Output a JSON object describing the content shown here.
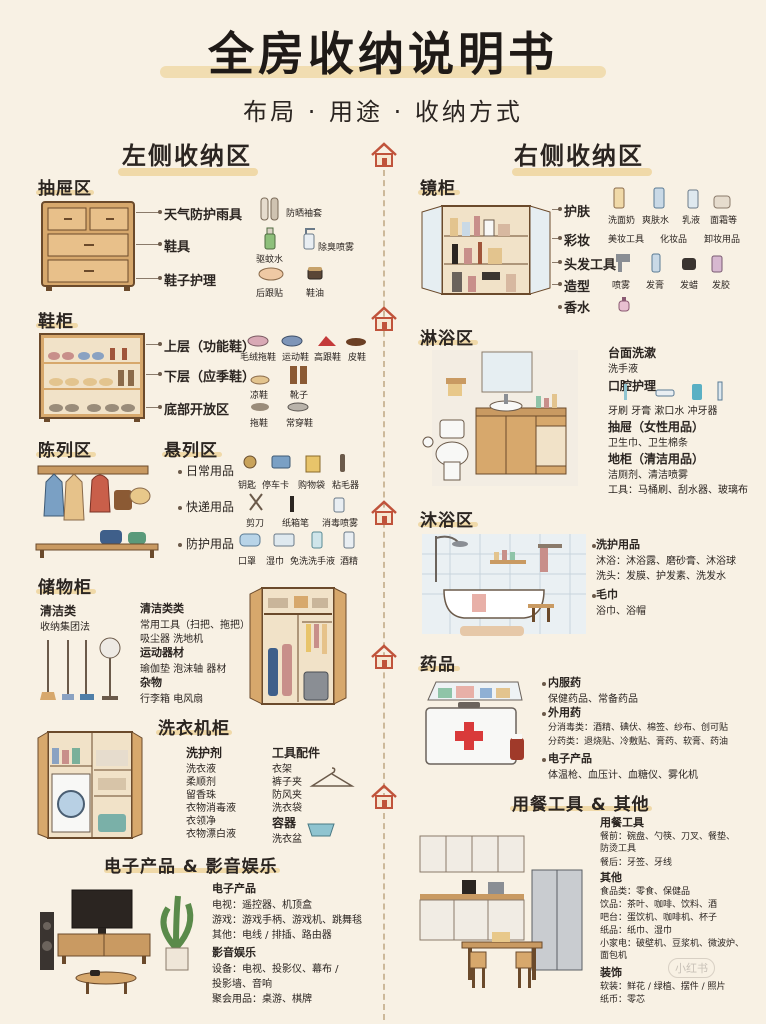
{
  "title": "全房收纳说明书",
  "subtitle": "布局 · 用途 · 收纳方式",
  "left_col": "左侧收纳区",
  "right_col": "右侧收纳区",
  "drawer": {
    "title": "抽屉区",
    "rows": [
      {
        "label": "天气防护雨具",
        "items": [
          "防晒袖套"
        ]
      },
      {
        "label": "鞋具",
        "items": [
          "驱蚊水",
          "除臭喷雾"
        ]
      },
      {
        "label": "鞋子护理",
        "items": [
          "后跟贴",
          "鞋油"
        ]
      }
    ]
  },
  "shoe": {
    "title": "鞋柜",
    "rows": [
      {
        "label": "上层（功能鞋）",
        "items": [
          "毛绒拖鞋",
          "运动鞋",
          "高跟鞋",
          "皮鞋"
        ]
      },
      {
        "label": "下层（应季鞋）",
        "items": [
          "凉鞋",
          "靴子"
        ]
      },
      {
        "label": "底部开放区",
        "items": [
          "拖鞋",
          "常穿鞋"
        ]
      }
    ]
  },
  "display": {
    "title": "陈列区",
    "sub": "悬列区",
    "rows": [
      {
        "label": "日常用品",
        "items": [
          "钥匙",
          "停车卡",
          "购物袋",
          "粘毛器"
        ]
      },
      {
        "label": "快递用品",
        "items": [
          "剪刀",
          "纸箱笔",
          "消毒喷雾"
        ]
      },
      {
        "label": "防护用品",
        "items": [
          "口罩",
          "湿巾",
          "免洗洗手液",
          "酒精"
        ]
      }
    ]
  },
  "storage": {
    "title": "储物柜",
    "left_lines": [
      "清洁类",
      "收纳集团法"
    ],
    "right_lines": [
      "清洁类类",
      "常用工具（扫把、拖把）",
      "吸尘器      洗地机",
      "运动器材",
      "瑜伽垫   泡沫轴    器材",
      "杂物",
      "行李箱      电风扇"
    ]
  },
  "laundry": {
    "title": "洗衣机柜",
    "col1_title": "洗护剂",
    "col1": [
      "洗衣液",
      "柔顺剂",
      "留香珠",
      "衣物消毒液",
      "衣领净",
      "衣物漂白液"
    ],
    "col2_title": "工具配件",
    "col2": [
      "衣架",
      "裤子夹",
      "防风夹",
      "洗衣袋"
    ],
    "col2_title2": "容器",
    "col2b": [
      "洗衣盆"
    ]
  },
  "elec": {
    "title": "电子产品 & 影音娱乐",
    "lines": [
      "电子产品",
      "电视：遥控器、机顶盒",
      "游戏：游戏手柄、游戏机、跳舞毯",
      "其他：电线 / 排插、路由器",
      "影音娱乐",
      "设备：电视、投影仪、幕布 /",
      "         投影墙、音响",
      "聚会用品：桌游、棋牌"
    ]
  },
  "mirror": {
    "title": "镜柜",
    "rows": [
      {
        "label": "护肤",
        "items": [
          "洗面奶",
          "爽肤水",
          "乳液",
          "面霜等"
        ]
      },
      {
        "label": "彩妆",
        "items": [
          "美妆工具",
          "化妆品",
          "卸妆用品"
        ]
      },
      {
        "label": "头发工具",
        "items": [
          "吹风机"
        ]
      },
      {
        "label": "造型",
        "items": [
          "喷雾",
          "发膏",
          "发蜡",
          "发胶"
        ]
      },
      {
        "label": "香水",
        "items": []
      }
    ]
  },
  "shower": {
    "title": "淋浴区",
    "lines": [
      {
        "t": "台面洗漱",
        "b": true
      },
      {
        "t": "洗手液",
        "b": false
      },
      {
        "t": "口腔护理",
        "b": true
      },
      {
        "t": "牙刷    牙膏    漱口水   冲牙器",
        "b": false
      },
      {
        "t": "抽屉（女性用品）",
        "b": true
      },
      {
        "t": "卫生巾、卫生棉条",
        "b": false
      },
      {
        "t": "地柜（清洁用品）",
        "b": true
      },
      {
        "t": "洁厕剂、清洁喷雾",
        "b": false
      },
      {
        "t": "工具：马桶刷、刮水器、玻璃布",
        "b": false
      }
    ]
  },
  "bath": {
    "title": "沐浴区",
    "lines": [
      {
        "t": "洗护用品",
        "b": true
      },
      {
        "t": "沐浴：沐浴露、磨砂膏、沐浴球",
        "b": false
      },
      {
        "t": "洗头：发膜、护发素、洗发水",
        "b": false
      },
      {
        "t": "毛巾",
        "b": true
      },
      {
        "t": "浴巾、浴帽",
        "b": false
      }
    ]
  },
  "medicine": {
    "title": "药品",
    "lines": [
      {
        "t": "内服药",
        "b": true
      },
      {
        "t": "保健药品、常备药品",
        "b": false
      },
      {
        "t": "外用药",
        "b": true
      },
      {
        "t": "分消毒类：酒精、碘伏、棉签、纱布、创可贴",
        "b": false
      },
      {
        "t": "分药类：退烧贴、冷敷贴、膏药、软膏、药油",
        "b": false
      },
      {
        "t": "电子产品",
        "b": true
      },
      {
        "t": "体温枪、血压计、血糖仪、雾化机",
        "b": false
      }
    ]
  },
  "dining": {
    "title": "用餐工具 & 其他",
    "lines": [
      {
        "t": "用餐工具",
        "b": true
      },
      {
        "t": "餐前：碗盘、勺筷、刀叉、餐垫、",
        "b": false
      },
      {
        "t": "       防烫工具",
        "b": false
      },
      {
        "t": "餐后：牙签、牙线",
        "b": false
      },
      {
        "t": "其他",
        "b": true
      },
      {
        "t": "食品类：零食、保健品",
        "b": false
      },
      {
        "t": "饮品：茶叶、咖啡、饮料、酒",
        "b": false
      },
      {
        "t": "吧台：蛋饮机、咖啡机、杯子",
        "b": false
      },
      {
        "t": "纸品：纸巾、湿巾",
        "b": false
      },
      {
        "t": "小家电：破壁机、豆浆机、微波炉、",
        "b": false
      },
      {
        "t": "         面包机",
        "b": false
      },
      {
        "t": "装饰",
        "b": true
      },
      {
        "t": "软装：鲜花 / 绿植、摆件 / 照片",
        "b": false
      },
      {
        "t": "纸币：零芯",
        "b": false
      }
    ]
  },
  "watermark": "小红书",
  "colors": {
    "background": "#f8f1e4",
    "wood": "#c99a62",
    "highlight": "#f0d9a8"
  }
}
